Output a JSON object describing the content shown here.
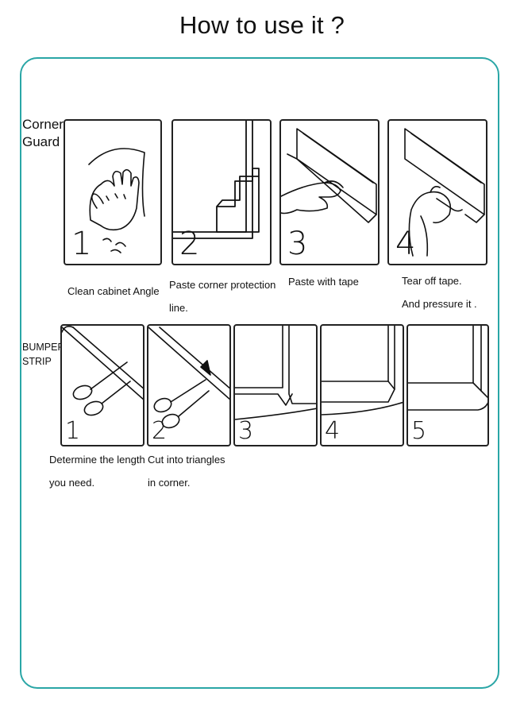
{
  "title": "How to use it ?",
  "sections": {
    "corner_guard": {
      "label_line1": "Corner",
      "label_line2": "Guard",
      "steps": [
        {
          "number": "1",
          "caption": "Clean cabinet Angle",
          "icon": "hand-wiping-icon"
        },
        {
          "number": "2",
          "caption_line1": "Paste corner protection",
          "caption_line2": "line.",
          "icon": "corner-guard-on-cabinet-icon"
        },
        {
          "number": "3",
          "caption": "Paste with tape",
          "icon": "hand-pressing-strip-icon"
        },
        {
          "number": "4",
          "caption_line1": "Tear off tape.",
          "caption_line2": "And pressure it .",
          "icon": "hand-peeling-tape-icon"
        }
      ]
    },
    "bumper_strip": {
      "label_line1": "BUMPER",
      "label_line2": "STRIP",
      "steps": [
        {
          "number": "1",
          "caption_line1": "Determine the length",
          "caption_line2": "you need.",
          "icon": "scissors-icon"
        },
        {
          "number": "2",
          "caption_line1": "Cut into triangles",
          "caption_line2": "in corner.",
          "icon": "scissors-cutting-triangle-icon"
        },
        {
          "number": "3",
          "icon": "strip-fold-corner-icon"
        },
        {
          "number": "4",
          "icon": "strip-fold-corner-icon"
        },
        {
          "number": "5",
          "icon": "strip-applied-icon"
        }
      ]
    }
  },
  "colors": {
    "frame": "#2aa6a6",
    "ink": "#111111"
  }
}
